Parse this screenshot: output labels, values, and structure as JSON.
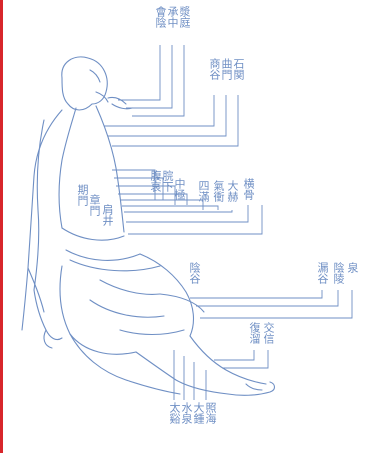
{
  "illustration": {
    "stroke_color": "#6f8fc4",
    "edge_color": "#d8262b",
    "labels": [
      {
        "id": "top-1",
        "text": "會陰"
      },
      {
        "id": "top-2",
        "text": "承中"
      },
      {
        "id": "top-3",
        "text": "漿庭"
      },
      {
        "id": "mid-1",
        "text": "商谷"
      },
      {
        "id": "mid-2",
        "text": "曲門"
      },
      {
        "id": "mid-3",
        "text": "石関"
      },
      {
        "id": "chest-1",
        "text": "腹哀"
      },
      {
        "id": "chest-2",
        "text": "脘下"
      },
      {
        "id": "chest-3",
        "text": "中極"
      },
      {
        "id": "chest-4",
        "text": "四滿"
      },
      {
        "id": "chest-5",
        "text": "氣衝"
      },
      {
        "id": "chest-6",
        "text": "大赫"
      },
      {
        "id": "chest-7",
        "text": "横骨"
      },
      {
        "id": "body-1",
        "text": "期門"
      },
      {
        "id": "body-2",
        "text": "章門"
      },
      {
        "id": "body-3",
        "text": "肩井"
      },
      {
        "id": "knee-1",
        "text": "陰谷"
      },
      {
        "id": "right-1",
        "text": "漏谷"
      },
      {
        "id": "right-2",
        "text": "陰陵"
      },
      {
        "id": "right-3",
        "text": "泉"
      },
      {
        "id": "ankle-1",
        "text": "復溜"
      },
      {
        "id": "ankle-2",
        "text": "交信"
      },
      {
        "id": "foot-1",
        "text": "太谿"
      },
      {
        "id": "foot-2",
        "text": "水泉"
      },
      {
        "id": "foot-3",
        "text": "大鍾"
      },
      {
        "id": "foot-4",
        "text": "照海"
      }
    ]
  }
}
